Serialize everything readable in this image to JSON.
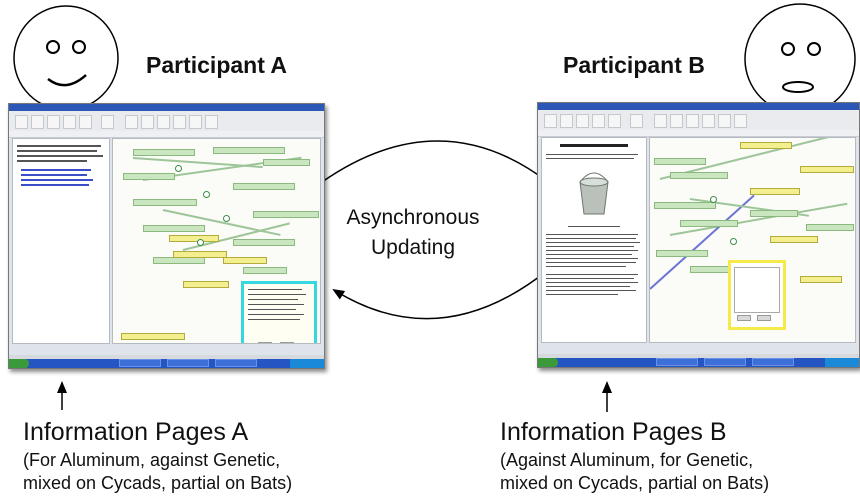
{
  "participants": {
    "a": {
      "label": "Participant A",
      "info_title": "Information Pages A",
      "info_sub_1": "(For Aluminum, against Genetic,",
      "info_sub_2": "mixed on Cycads, partial on Bats)"
    },
    "b": {
      "label": "Participant B",
      "info_title": "Information Pages B",
      "info_sub_1": "(Against Aluminum, for Genetic,",
      "info_sub_2": "mixed on Cycads, partial on Bats)"
    }
  },
  "center": {
    "line1": "Asynchronous",
    "line2": "Updating"
  },
  "icons": {
    "face_a": "smiling-face-icon",
    "face_b": "surprised-face-icon",
    "arrow_top": "curved-arrow-right",
    "arrow_bottom": "curved-arrow-left"
  },
  "colors": {
    "line": "#000000",
    "node_green": "#c9e6bf",
    "node_yellow": "#f4ef8e",
    "note_cyan": "#35d8df",
    "note_yellow": "#f6e94a",
    "taskbar": "#2455c2"
  }
}
